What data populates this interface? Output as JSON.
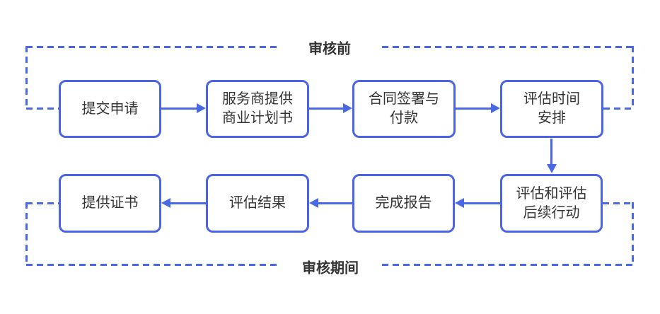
{
  "colors": {
    "accent": "#4a67e4",
    "node_border": "#4a64e8",
    "node_fill": "#ffffff",
    "text": "#333333",
    "bg": "#ffffff"
  },
  "groups": {
    "pre_audit": {
      "label": "审核前"
    },
    "during_audit": {
      "label": "审核期间"
    }
  },
  "nodes": {
    "submit_application": {
      "label": "提交申请"
    },
    "provider_business_plan": {
      "label": "服务商提供\n商业计划书"
    },
    "contract_signing_payment": {
      "label": "合同签署与\n付款"
    },
    "assessment_schedule": {
      "label": "评估时间\n安排"
    },
    "assessment_and_followup": {
      "label": "评估和评估\n后续行动"
    },
    "complete_report": {
      "label": "完成报告"
    },
    "assessment_result": {
      "label": "评估结果"
    },
    "issue_certificate": {
      "label": "提供证书"
    }
  }
}
